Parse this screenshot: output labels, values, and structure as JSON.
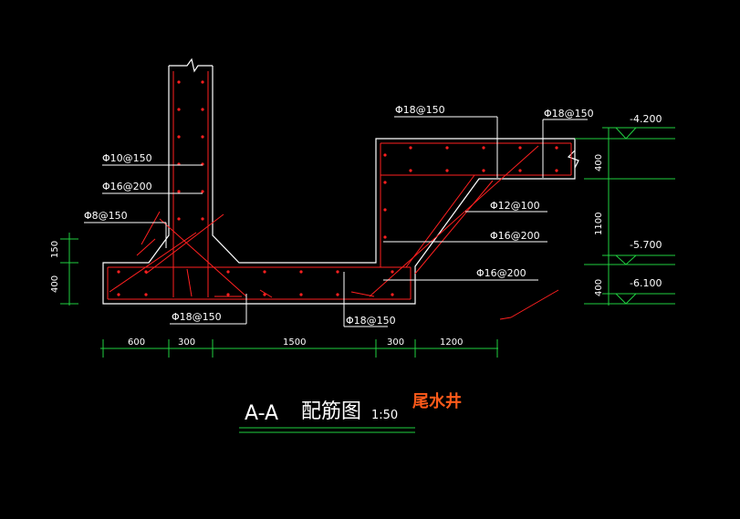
{
  "colors": {
    "background": "#000000",
    "outline": "#ffffff",
    "rebar": "#ff2020",
    "dimension": "#20d040",
    "signature": "#ff5a1a"
  },
  "labels": {
    "wall_vert": "Φ10@150",
    "wall_horiz": "Φ16@200",
    "haunch": "Φ8@150",
    "bottom_left": "Φ18@150",
    "bottom_mid": "Φ18@150",
    "top_slab_a": "Φ18@150",
    "top_slab_b": "Φ18@150",
    "slope": "Φ12@100",
    "slope_dist": "Φ16@200",
    "base_dist": "Φ16@200"
  },
  "elevations": {
    "top": "-4.200",
    "mid": "-5.700",
    "bottom": "-6.100"
  },
  "dims": {
    "horizontal": [
      "600",
      "300",
      "1500",
      "300",
      "1200"
    ],
    "left": [
      "150",
      "400"
    ],
    "right": [
      "400",
      "1100",
      "400"
    ]
  },
  "title": {
    "section": "A-A",
    "name": "配筋图",
    "scale": "1:50"
  },
  "signature_text": "尾水井"
}
